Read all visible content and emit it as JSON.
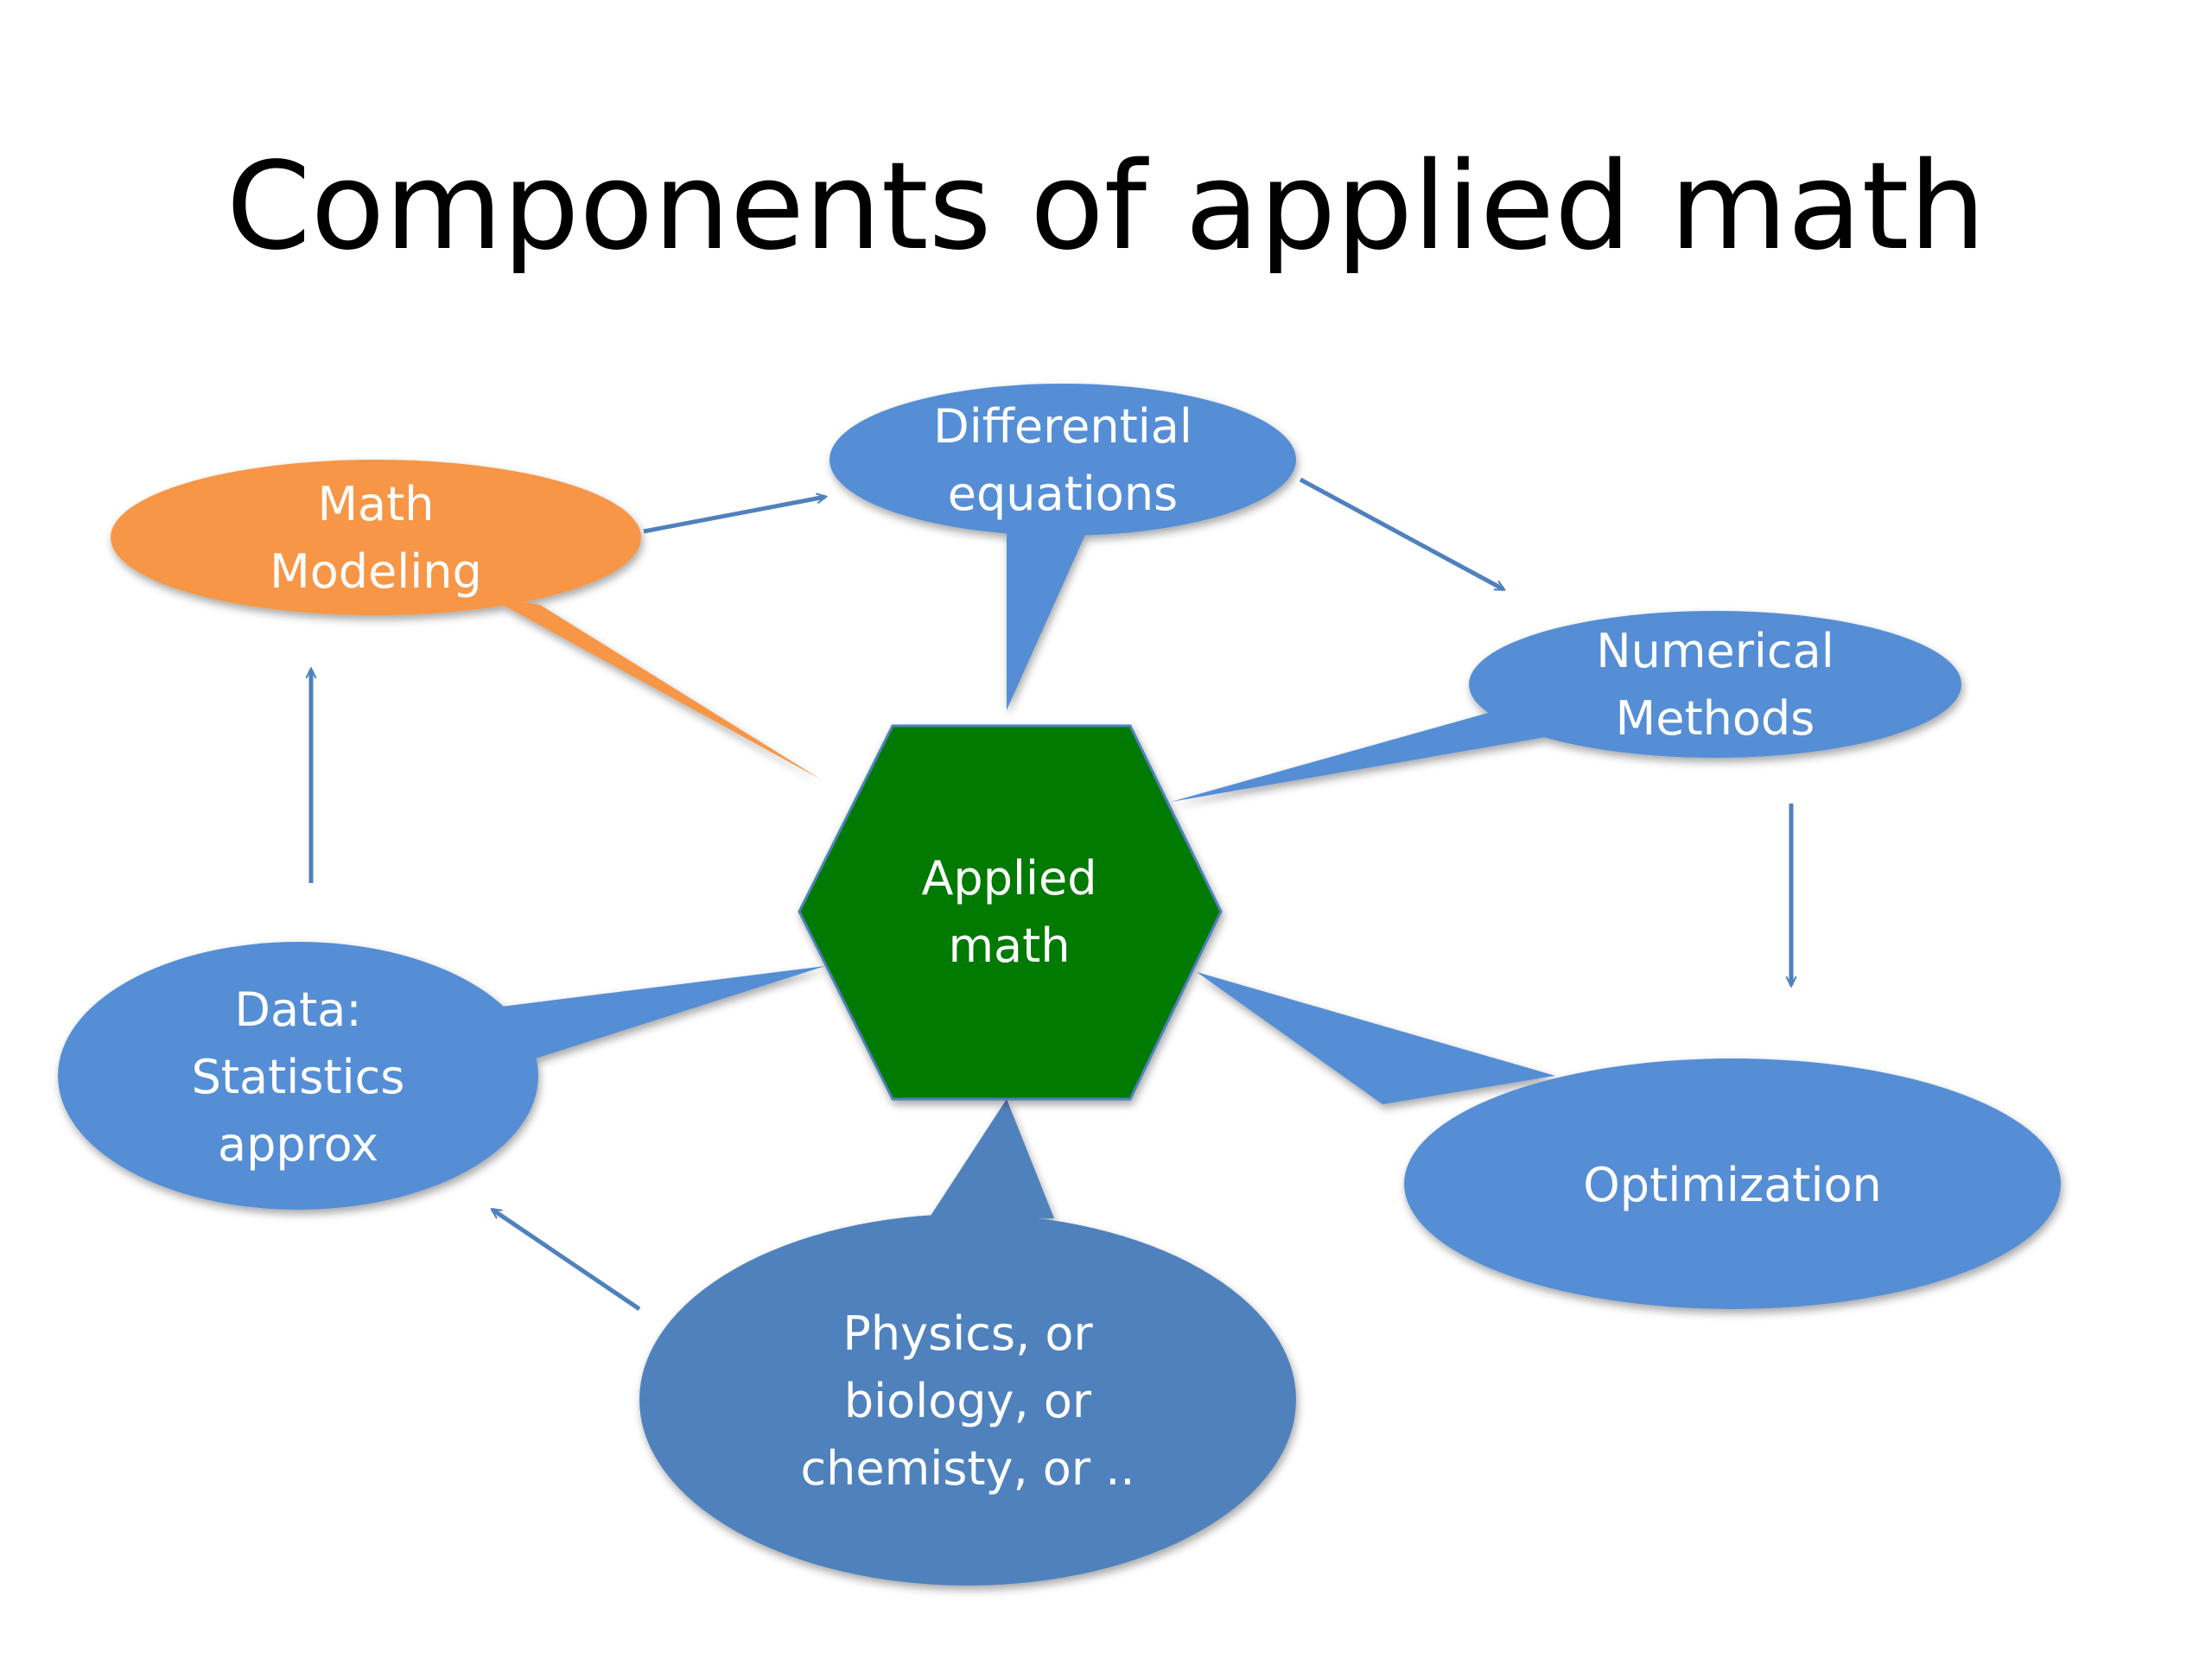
{
  "title": "Components of applied math",
  "colors": {
    "blue_node": "#558ED5",
    "blue_dark_node": "#4F81BD",
    "orange_node": "#F79646",
    "green_center": "#007A00",
    "arrow": "#4F81BD",
    "text_on_node": "#FFFFFF"
  },
  "nodes": {
    "center": {
      "line1": "Applied",
      "line2": "math"
    },
    "math_modeling": {
      "line1": "Math",
      "line2": "Modeling"
    },
    "differential_equations": {
      "line1": "Differential",
      "line2": "equations"
    },
    "numerical_methods": {
      "line1": "Numerical",
      "line2": "Methods"
    },
    "optimization": {
      "line1": "Optimization"
    },
    "physics": {
      "line1": "Physics, or",
      "line2": "biology, or",
      "line3": "chemisty, or .."
    },
    "data": {
      "line1": "Data:",
      "line2": "Statistics",
      "line3": "approx"
    }
  }
}
